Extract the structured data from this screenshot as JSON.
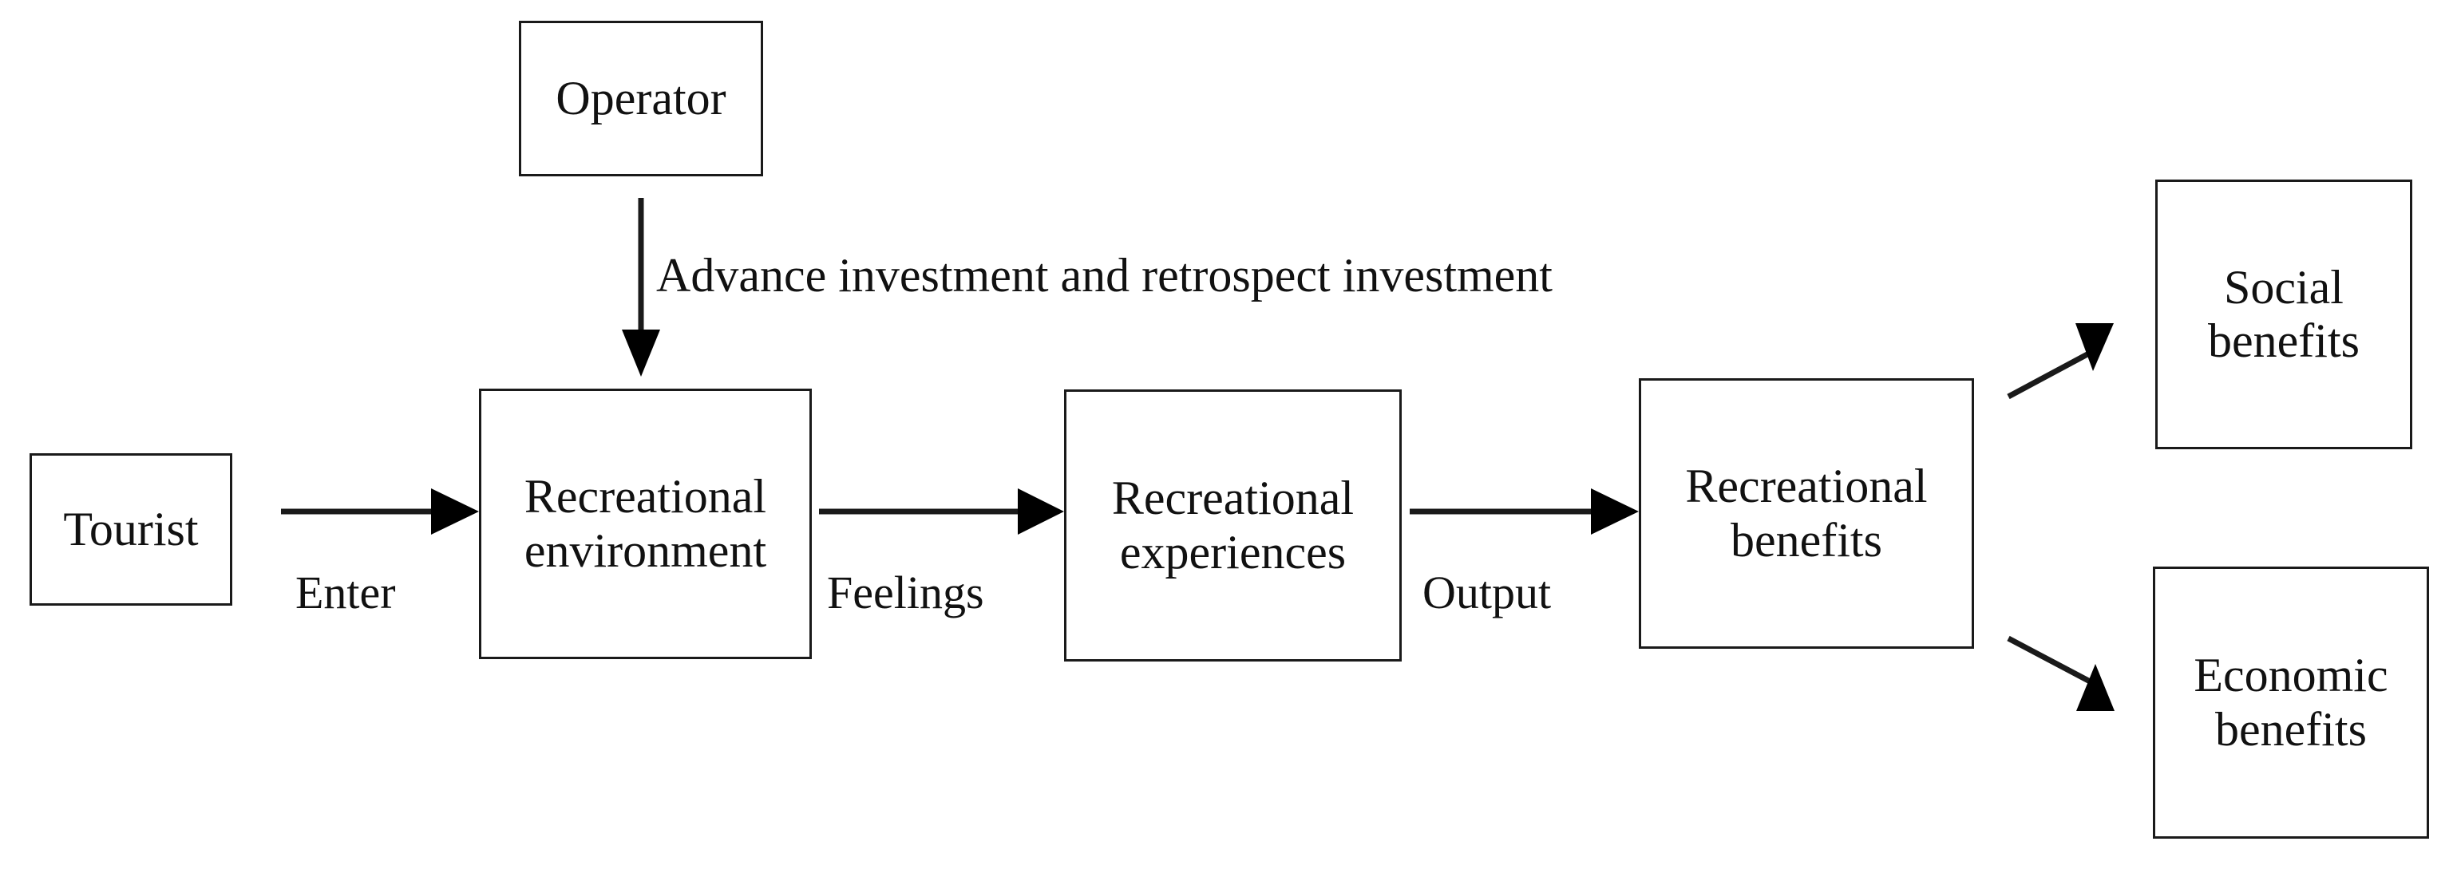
{
  "diagram": {
    "title": "Recreational benefit formation flowchart",
    "background_color": "#ffffff",
    "stroke_color": "#1a1a1a",
    "text_color": "#111111",
    "nodes": {
      "operator": {
        "label": "Operator"
      },
      "tourist": {
        "label": "Tourist"
      },
      "recreational_environment": {
        "label": "Recreational\nenvironment"
      },
      "recreational_experiences": {
        "label": "Recreational\nexperiences"
      },
      "recreational_benefits": {
        "label": "Recreational\nbenefits"
      },
      "social_benefits": {
        "label": "Social\nbenefits"
      },
      "economic_benefits": {
        "label": "Economic\nbenefits"
      }
    },
    "edge_labels": {
      "investment": "Advance investment and retrospect investment",
      "enter": "Enter",
      "feelings": "Feelings",
      "output": "Output"
    },
    "edges": [
      {
        "from": "operator",
        "to": "recreational_environment",
        "label": "Advance investment and retrospect investment",
        "direction": "down"
      },
      {
        "from": "tourist",
        "to": "recreational_environment",
        "label": "Enter",
        "direction": "right"
      },
      {
        "from": "recreational_environment",
        "to": "recreational_experiences",
        "label": "Feelings",
        "direction": "right"
      },
      {
        "from": "recreational_experiences",
        "to": "recreational_benefits",
        "label": "Output",
        "direction": "right"
      },
      {
        "from": "recreational_benefits",
        "to": "social_benefits",
        "label": "",
        "direction": "up-right"
      },
      {
        "from": "recreational_benefits",
        "to": "economic_benefits",
        "label": "",
        "direction": "down-right"
      }
    ]
  }
}
